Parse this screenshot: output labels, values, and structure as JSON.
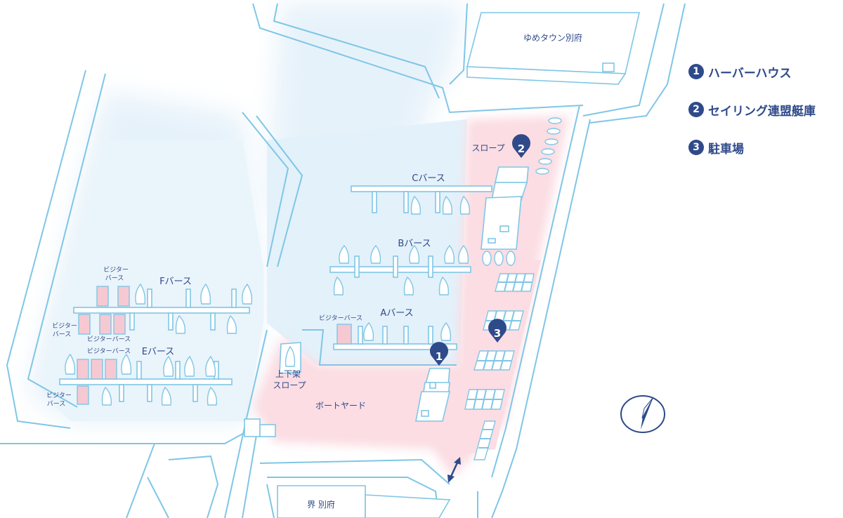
{
  "legend": [
    {
      "number": "1",
      "label": "ハーバーハウス"
    },
    {
      "number": "2",
      "label": "セイリング連盟艇庫"
    },
    {
      "number": "3",
      "label": "駐車場"
    }
  ],
  "buildings": {
    "youme_town": "ゆめタウン別府",
    "sakai_beppu": "界 別府"
  },
  "areas": {
    "c_berth": "Cバース",
    "b_berth": "Bバース",
    "a_berth": "Aバース",
    "f_berth": "Fバース",
    "e_berth": "Eバース",
    "slope": "スロープ",
    "lift_slope_1": "上下架",
    "lift_slope_2": "スロープ",
    "boatyard": "ボートヤード"
  },
  "visitor_berths": {
    "a": "ビジターバース",
    "f_1": "ビジター",
    "f_2": "バース",
    "e_top": "ビジターバース",
    "e_mid": "ビジターバース",
    "w1_1": "ビジター",
    "w1_2": "バース",
    "w2_1": "ビジター",
    "w2_2": "バース"
  },
  "markers": {
    "m1": "1",
    "m2": "2",
    "m3": "3"
  },
  "icons": {
    "compass": "north-arrow-icon",
    "entrance": "double-arrow-icon"
  },
  "colors": {
    "marker": "#2f4a8a",
    "water": "#e3f1fa",
    "facility_area": "#fbdde3",
    "line": "#7fc6e6"
  }
}
